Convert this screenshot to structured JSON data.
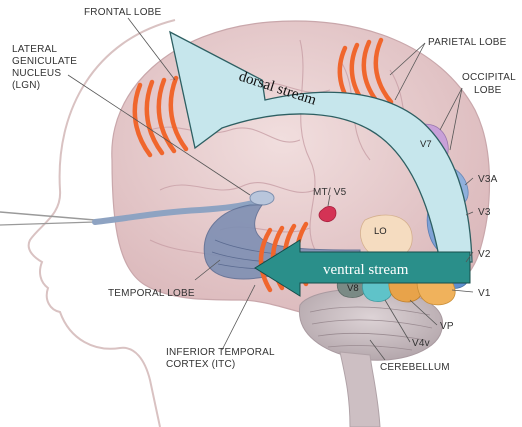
{
  "labels": {
    "frontal_lobe": "FRONTAL LOBE",
    "lgn_1": "LATERAL",
    "lgn_2": "GENICULATE",
    "lgn_3": "NUCLEUS",
    "lgn_4": "(LGN)",
    "parietal_lobe": "PARIETAL LOBE",
    "occipital_1": "OCCIPITAL",
    "occipital_2": "LOBE",
    "temporal_lobe": "TEMPORAL LOBE",
    "itc_1": "INFERIOR TEMPORAL",
    "itc_2": "CORTEX (ITC)",
    "cerebellum": "CEREBELLUM",
    "mt_v5": "MT/ V5",
    "v7": "V7",
    "v3a": "V3A",
    "v3": "V3",
    "v2": "V2",
    "v1": "V1",
    "vp": "VP",
    "v4v": "V4v",
    "lo": "LO",
    "v8": "V8"
  },
  "streams": {
    "dorsal": "dorsal stream",
    "ventral": "ventral stream"
  },
  "colors": {
    "dorsal_arrow": "#c6e6ec",
    "ventral_arrow": "#2a8f8a",
    "stripe": "#f0662d",
    "brain": "#ebd3d3",
    "mt_blob": "#d43355"
  }
}
